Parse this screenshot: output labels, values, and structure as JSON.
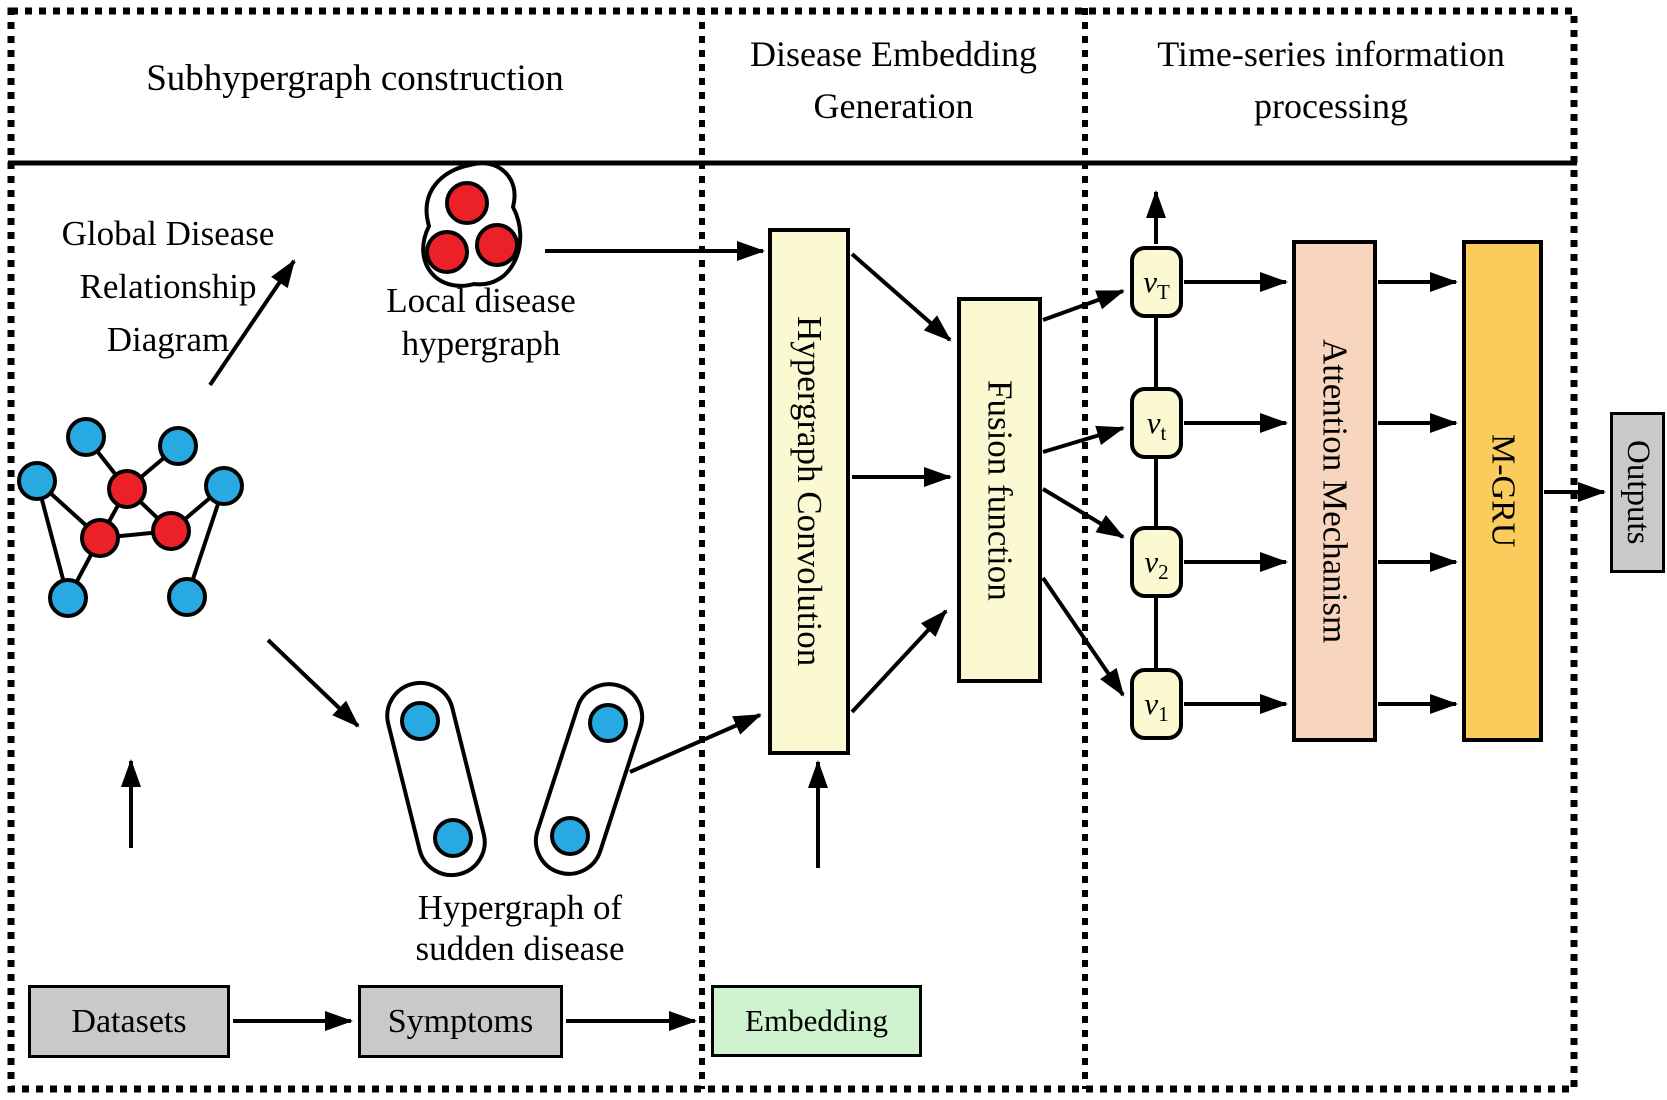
{
  "colors": {
    "pale_yellow": "#fbf9d2",
    "salmon": "#f8d5be",
    "orange": "#fbcb5c",
    "gray": "#c9c9c9",
    "green": "#cff3ce",
    "node_blue": "#29a9e1",
    "node_red": "#ec2027",
    "line": "#000000"
  },
  "headers": {
    "panel1": "Subhypergraph construction",
    "panel2": [
      "Disease Embedding",
      "Generation"
    ],
    "panel3": [
      "Time-series information",
      "processing"
    ]
  },
  "left_panel": {
    "global_diagram_label": [
      "Global Disease",
      "Relationship",
      "Diagram"
    ],
    "local_hypergraph_label": [
      "Local disease",
      "hypergraph"
    ],
    "sudden_hypergraph_label": [
      "Hypergraph of",
      "sudden disease"
    ],
    "datasets": "Datasets",
    "symptoms": "Symptoms"
  },
  "middle_panel": {
    "hypergraph_convolution": "Hypergraph Convolution",
    "fusion_function": "Fusion function",
    "embedding": "Embedding"
  },
  "right_panel": {
    "timesteps": [
      {
        "base": "v",
        "sub": "T"
      },
      {
        "base": "v",
        "sub": "t"
      },
      {
        "base": "v",
        "sub": "2"
      },
      {
        "base": "v",
        "sub": "1"
      }
    ],
    "attention": "Attention Mechanism",
    "mgru": "M-GRU"
  },
  "outputs": "Outputs"
}
